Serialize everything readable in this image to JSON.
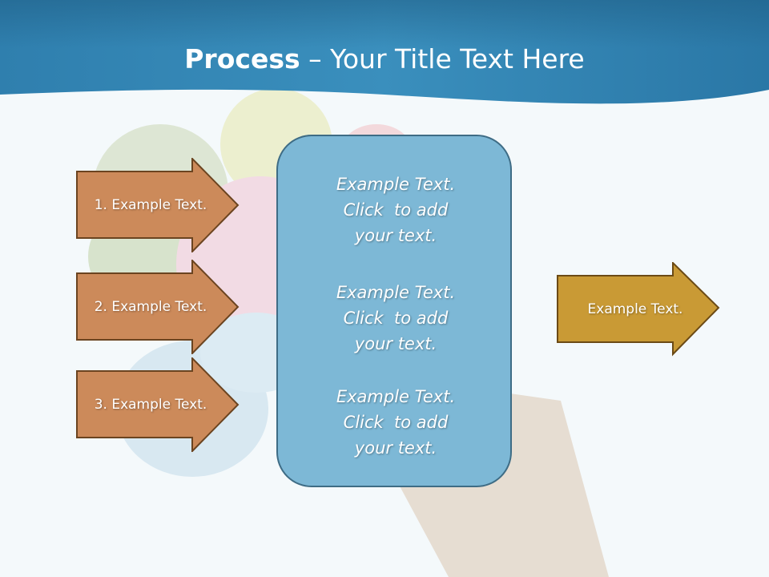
{
  "slide": {
    "title_bold": "Process",
    "title_rest": " – Your Title Text Here"
  },
  "colors": {
    "header_blue": "#3a8fbd",
    "header_dark": "#2b6d95",
    "input_arrow_fill": "#cc8a5a",
    "input_arrow_border": "#6b4420",
    "output_arrow_fill": "#c99a35",
    "output_arrow_border": "#6b4a15",
    "center_box_fill": "#7db8d6",
    "center_box_border": "#3e6c85"
  },
  "input_arrows": [
    {
      "label": "1. Example Text."
    },
    {
      "label": "2. Example Text."
    },
    {
      "label": "3. Example Text."
    }
  ],
  "center_box": {
    "blocks": [
      {
        "text": "Example Text.\nClick  to add\nyour text."
      },
      {
        "text": "Example Text.\nClick  to add\nyour text."
      },
      {
        "text": "Example Text.\nClick  to add\nyour text."
      }
    ]
  },
  "output_arrow": {
    "label": "Example Text."
  }
}
